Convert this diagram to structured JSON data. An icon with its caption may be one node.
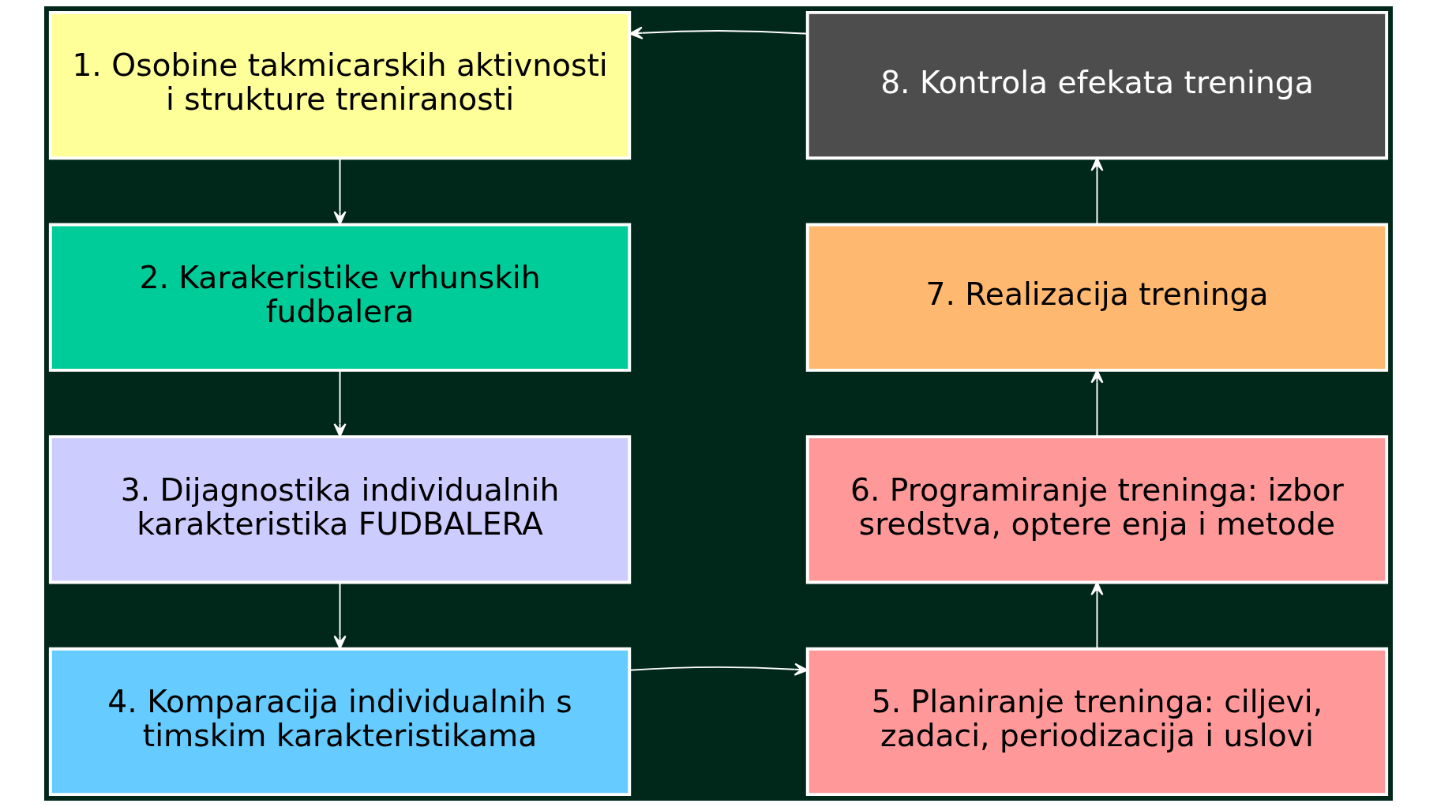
{
  "diagram": {
    "nodes": [
      {
        "text": [
          "1. Osobine takmicarskih aktivnosti i strukture treniranosti"
        ]
      },
      {
        "text": [
          "2. Karakeristike vrhunskih fudbalera"
        ]
      },
      {
        "text": [
          "3. Dijagnostika individualnih karakteristika FUDBALERA"
        ]
      },
      {
        "text": [
          "4. Komparacija individualnih s timskim karakteristikama"
        ]
      },
      {
        "text": [
          "5. Planiranje treninga: ciljevi, zadaci, periodizacija i uslovi"
        ]
      },
      {
        "text": [
          "6. Programiranje treninga: izbor sredstva, optere enja i metode"
        ]
      },
      {
        "text": [
          "7. Realizacija treninga"
        ]
      },
      {
        "text": [
          "8. Kontrola efekata treninga"
        ]
      }
    ],
    "edges": [
      {
        "from": 0,
        "to": 1,
        "arrow": "to"
      },
      {
        "from": 1,
        "to": 2,
        "arrow": "to"
      },
      {
        "from": 2,
        "to": 3,
        "arrow": "to"
      },
      {
        "from": 3,
        "to": 4,
        "arrow": "to"
      },
      {
        "from": 4,
        "to": 5,
        "arrow": "to"
      },
      {
        "from": 5,
        "to": 6,
        "arrow": "to"
      },
      {
        "from": 6,
        "to": 7,
        "arrow": "to"
      },
      {
        "from": 7,
        "to": 0,
        "arrow": "to"
      }
    ]
  }
}
